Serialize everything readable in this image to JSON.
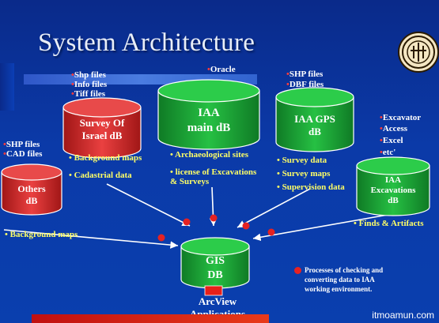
{
  "title": "System Architecture",
  "nodes": {
    "main_db": {
      "line1": "IAA",
      "line2": "main dB"
    },
    "survey": {
      "line1": "Survey Of",
      "line2": "Israel dB"
    },
    "gps": {
      "line1": "IAA GPS",
      "line2": "dB"
    },
    "others": {
      "line1": "Others",
      "line2": "dB"
    },
    "excavations": {
      "line1": "IAA",
      "line2": "Excavations",
      "line3": "dB"
    },
    "gis": {
      "line1": "GIS",
      "line2": "DB"
    }
  },
  "sources": {
    "oracle": "Oracle",
    "survey_files": [
      "Shp files",
      "Info files",
      "Tiff files"
    ],
    "gps_files": [
      "SHP files",
      "DBF files"
    ],
    "others_files": [
      "SHP files",
      "CAD files"
    ],
    "excavation_tools": [
      "Excavator",
      "Access",
      "Excel",
      "etc'"
    ]
  },
  "outputs": {
    "survey": [
      "Background maps",
      "Cadastrial data"
    ],
    "main": [
      "Archaeological sites",
      "license of Excavations",
      "& Surveys"
    ],
    "gps": [
      "Survey data",
      "Survey maps",
      "Supervision data"
    ],
    "others": "Background maps",
    "excavations": "Finds & Artifacts"
  },
  "applications": {
    "line1": "ArcView",
    "line2": "Applications"
  },
  "legend": {
    "line1": "Processes of checking and",
    "line2": "converting data to IAA",
    "line3": "working environment."
  },
  "watermark": "itmoamun.com",
  "colors": {
    "green": "#1fa83a",
    "red": "#d82a2a",
    "process_dot": "#e52222"
  }
}
